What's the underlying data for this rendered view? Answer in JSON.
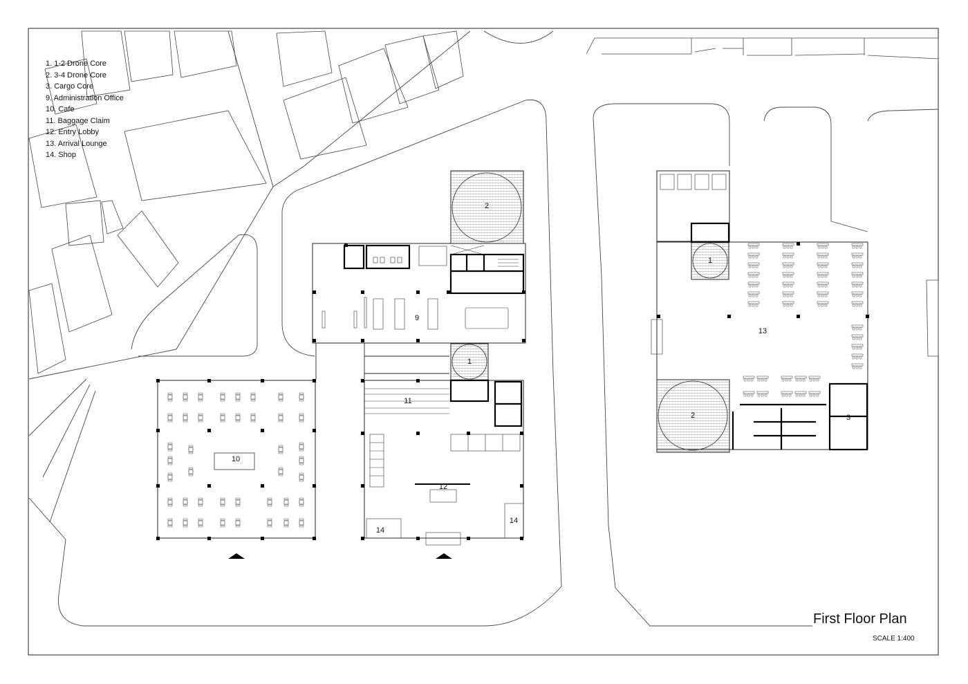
{
  "legend": [
    "1. 1-2 Drone Core",
    "2. 3-4 Drone Core",
    "3. Cargo Core",
    "9. Administration Office",
    "10. Cafe",
    "11. Baggage Claim",
    "12. Entry Lobby",
    "13. Arrival Lounge",
    "14. Shop"
  ],
  "title": "First Floor Plan",
  "scale": "SCALE 1:400",
  "room_labels": {
    "admin_core": "2",
    "admin_office": "9",
    "central_core": "1",
    "baggage_claim": "11",
    "cafe": "10",
    "entry_lobby": "12",
    "shop_left": "14",
    "shop_right": "14",
    "arrival_core_1": "1",
    "arrival_lounge": "13",
    "arrival_core_2": "2",
    "cargo_core": "3"
  },
  "colors": {
    "line": "#222222",
    "wall": "#000000",
    "background": "#ffffff"
  }
}
